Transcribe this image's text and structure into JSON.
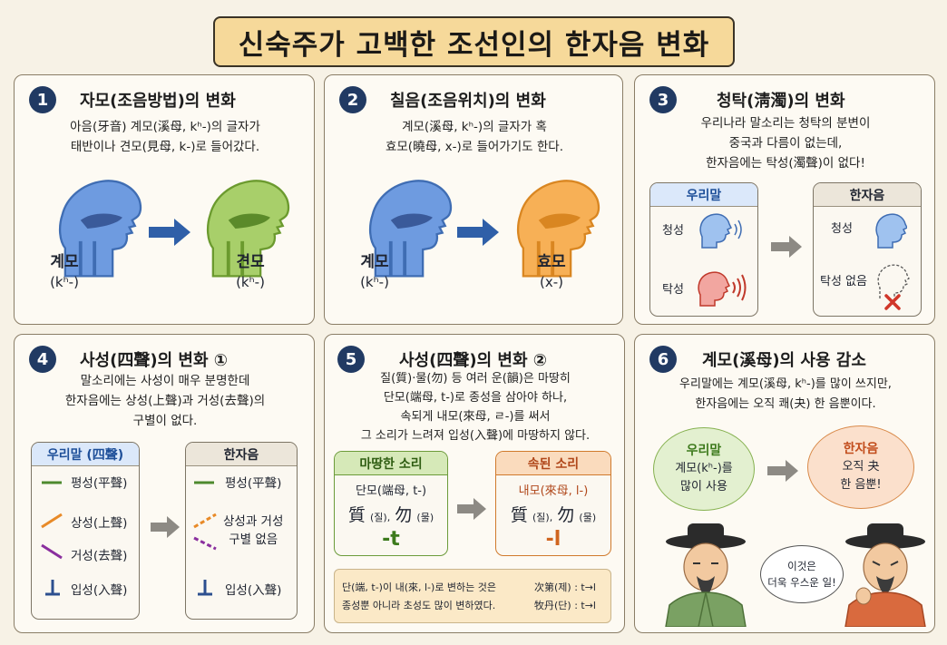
{
  "title": "신숙주가 고백한 조선인의 한자음 변화",
  "panel1": {
    "num": "1",
    "title": "자모(조음방법)의 변화",
    "desc_line1": "아음(牙音) 계모(溪母, kʰ-)의 글자가",
    "desc_line2": "태반이나 견모(見母, k-)로 들어갔다.",
    "left_label": "계모",
    "left_ipa": "(kʰ-)",
    "right_label": "견모",
    "right_ipa": "(kʰ-)"
  },
  "panel2": {
    "num": "2",
    "title": "칠음(조음위치)의 변화",
    "desc_line1": "계모(溪母, kʰ-)의 글자가 혹",
    "desc_line2": "효모(曉母, x-)로 들어가기도 한다.",
    "left_label": "계모",
    "left_ipa": "(kʰ-)",
    "right_label": "효모",
    "right_ipa": "(x-)"
  },
  "panel3": {
    "num": "3",
    "title": "청탁(淸濁)의 변화",
    "desc_line1": "우리나라 말소리는 청탁의 분변이",
    "desc_line2": "중국과 다름이 없는데,",
    "desc_line3": "한자음에는 탁성(濁聲)이 없다!",
    "left_box_title": "우리말",
    "left_clear": "청성",
    "left_muddy": "탁성",
    "right_box_title": "한자음",
    "right_clear": "청성",
    "right_none": "탁성 없음"
  },
  "panel4": {
    "num": "4",
    "title": "사성(四聲)의 변화 ①",
    "desc_line1": "말소리에는 사성이 매우 분명한데",
    "desc_line2": "한자음에는 상성(上聲)과 거성(去聲)의",
    "desc_line3": "구별이 없다.",
    "left_box_title": "우리말 (四聲)",
    "tones": [
      "평성(平聲)",
      "상성(上聲)",
      "거성(去聲)",
      "입성(入聲)"
    ],
    "right_box_title": "한자음",
    "right_flat": "평성(平聲)",
    "right_merged_1": "상성과 거성",
    "right_merged_2": "구별 없음",
    "right_entering": "입성(入聲)"
  },
  "panel5": {
    "num": "5",
    "title": "사성(四聲)의 변화 ②",
    "desc_line1": "질(質)·물(勿) 등 여러 운(韻)은 마땅히",
    "desc_line2": "단모(端母, t-)로 종성을 삼아야 하나,",
    "desc_line3": "속되게 내모(來母, ㄹ-)를 써서",
    "desc_line4": "그 소리가 느려져 입성(入聲)에 마땅하지 않다.",
    "left_box_title": "마땅한 소리",
    "left_sub": "단모(端母, t-)",
    "left_chars_1": "質",
    "left_read_1": "(질),",
    "left_chars_2": "勿",
    "left_read_2": "(물)",
    "left_final": "-t",
    "right_box_title": "속된 소리",
    "right_sub": "내모(來母, l-)",
    "right_chars_1": "質",
    "right_read_1": "(질),",
    "right_chars_2": "勿",
    "right_read_2": "(물)",
    "right_final": "-l",
    "note_line1": "단(端, t-)이 내(來, l-)로 변하는 것은",
    "note_line2": "종성뿐 아니라 초성도 많이 변하였다.",
    "ex1": "次第(제) : t→l",
    "ex2": "牧丹(단) : t→l"
  },
  "panel6": {
    "num": "6",
    "title": "계모(溪母)의 사용 감소",
    "desc_line1": "우리말에는 계모(溪母, kʰ-)를 많이 쓰지만,",
    "desc_line2": "한자음에는 오직 쾌(夬) 한 음뿐이다.",
    "left_bubble_title": "우리말",
    "left_bubble_1": "계모(kʰ-)를",
    "left_bubble_2": "많이 사용",
    "right_bubble_title": "한자음",
    "right_bubble_1": "오직 夬",
    "right_bubble_2": "한 음뿐!",
    "speech_1": "이것은",
    "speech_2": "더욱 우스운 일!"
  },
  "colors": {
    "navy": "#213a63",
    "blue_head": "#5b8dd6",
    "green_head": "#8fbf4a",
    "orange_head": "#f4a03d",
    "title_fill": "#f6d99a"
  }
}
